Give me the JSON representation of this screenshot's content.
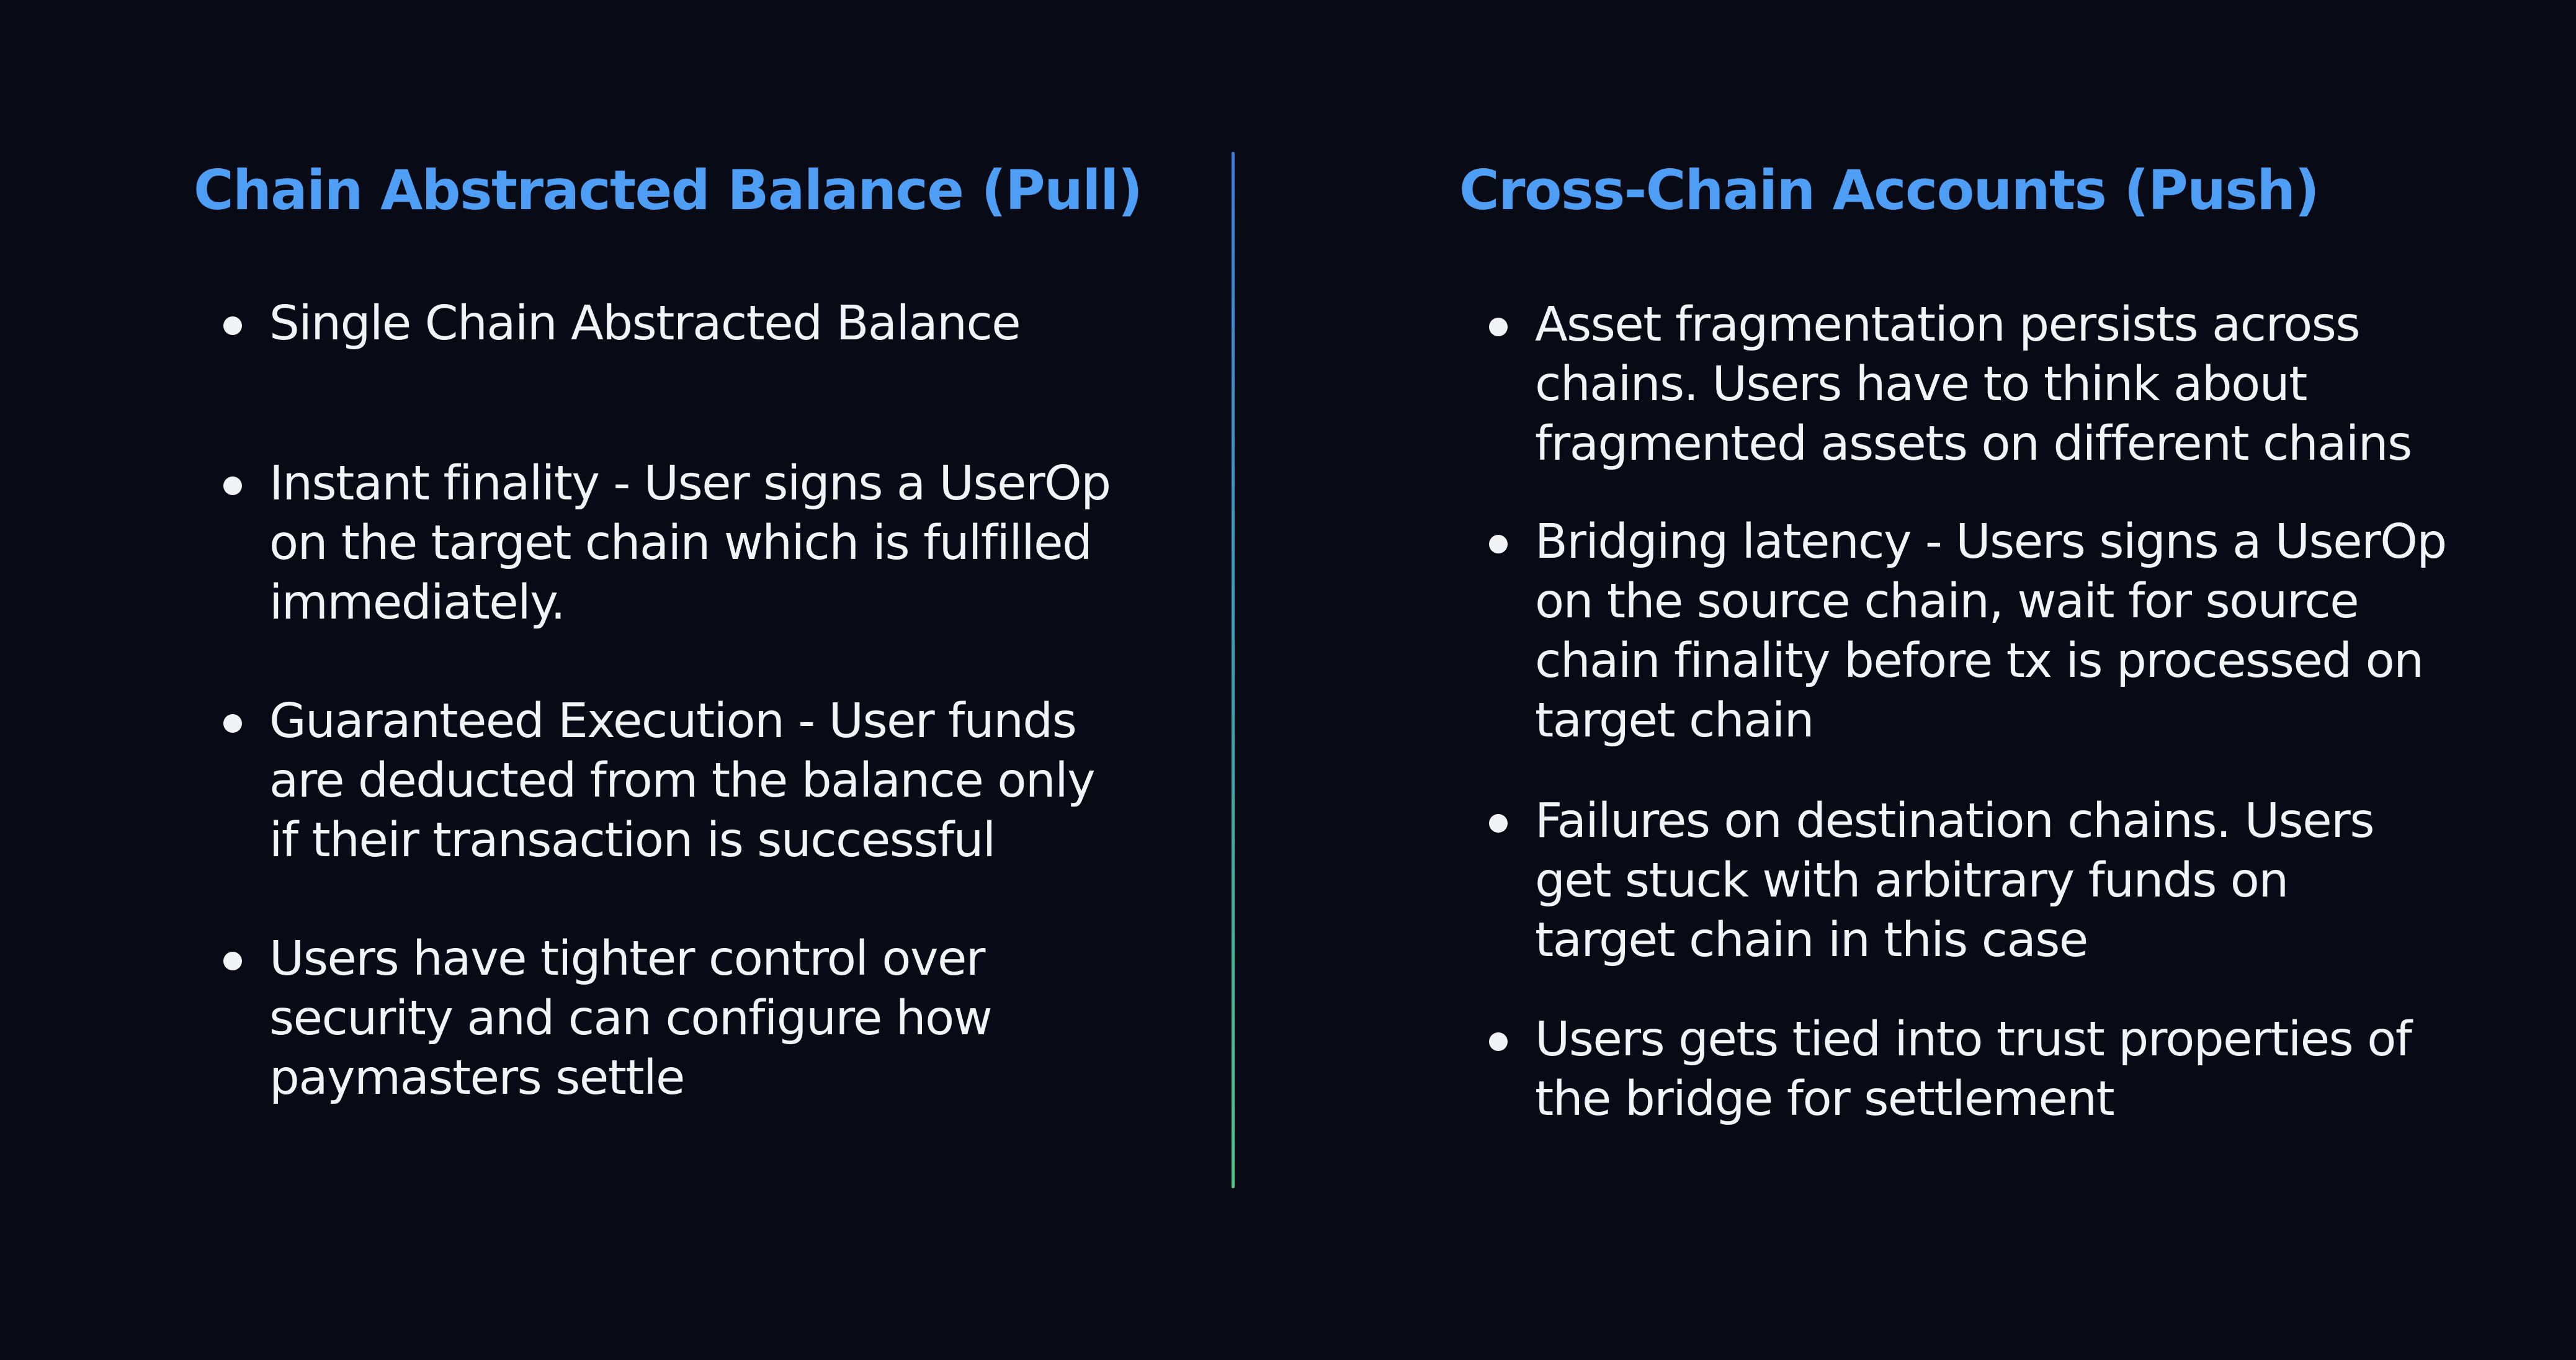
{
  "left": {
    "title": "Chain Abstracted Balance (Pull)",
    "bullets": [
      "Single Chain Abstracted Balance",
      "Instant finality - User signs a UserOp\non the target chain which is fulfilled\nimmediately.",
      "Guaranteed Execution - User funds\nare deducted from the balance only\nif their transaction is successful",
      "Users have tighter control over\nsecurity and can configure how\npaymasters settle"
    ]
  },
  "right": {
    "title": "Cross-Chain Accounts (Push)",
    "bullets": [
      "Asset fragmentation persists across\nchains. Users have to think about\nfragmented assets on different chains",
      "Bridging latency - Users signs a UserOp\non the source chain, wait for source\nchain finality before tx is processed on\ntarget chain",
      "Failures on destination chains. Users\nget stuck with arbitrary funds on\ntarget chain in this case",
      "Users gets tied into trust properties of\nthe bridge for settlement"
    ]
  },
  "colors": {
    "background": "#080b16",
    "title": "#4d9ef4",
    "text": "#f1f3f6",
    "divider_top": "#3b7ddc",
    "divider_bottom": "#4ec88a"
  }
}
